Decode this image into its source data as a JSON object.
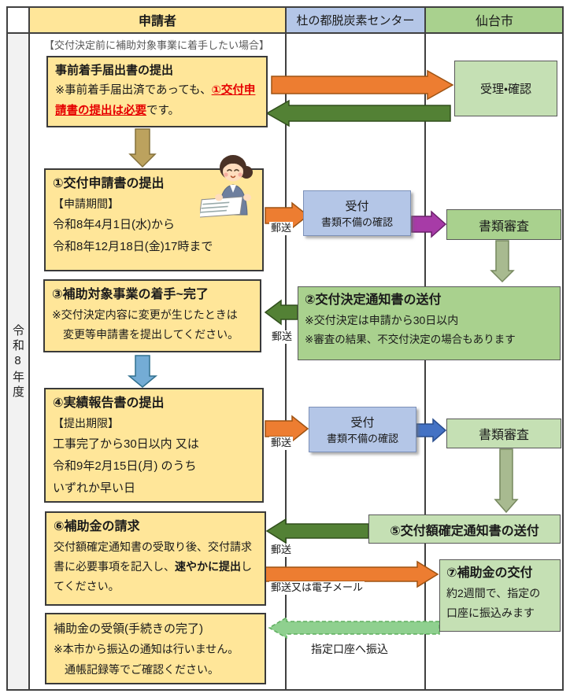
{
  "palette": {
    "applicant_yellow": "#FFE699",
    "center_blue": "#B4C6E7",
    "city_green": "#A9D18E",
    "pale_green": "#C5E0B4",
    "arrow_orange": "#ED7D31",
    "arrow_dark_green": "#538135",
    "arrow_purple": "#A73BA7",
    "arrow_blue": "#4472C4",
    "red_text": "#E60000"
  },
  "header": {
    "applicant": "申請者",
    "center": "杜の都脱炭素センター",
    "city": "仙台市",
    "era": "令和8年度"
  },
  "flow": {
    "pre_note": "【交付決定前に補助対象事業に着手したい場合】",
    "pre_box": {
      "title": "事前着手届出書の提出",
      "note_prefix": "※事前着手届出済であっても、",
      "note_red": "①交付申請書の提出は必要",
      "note_suffix": "です。"
    },
    "receive_confirm": "受理・確認",
    "step1": {
      "title": "①交付申請書の提出",
      "period_label": "【申請期間】",
      "period_from": "令和8年4月1日(水)から",
      "period_to": "令和8年12月18日(金)17時まで"
    },
    "reception": {
      "title": "受付",
      "subtitle": "書類不備の確認"
    },
    "review": "書類審査",
    "step2": {
      "title": "②交付決定通知書の送付",
      "line1": "※交付決定は申請から30日以内",
      "line2": "※審査の結果、不交付決定の場合もあります"
    },
    "step3": {
      "title": "③補助対象事業の着手~完了",
      "line1": "※交付決定内容に変更が生じたときは",
      "line2": "変更等申請書を提出してください。"
    },
    "step4": {
      "title": "④実績報告書の提出",
      "deadline_label": "【提出期限】",
      "line1": "工事完了から30日以内 又は",
      "line2": "令和9年2月15日(月) のうち",
      "line3": "いずれか早い日"
    },
    "step5": "⑤交付額確定通知書の送付",
    "step6": {
      "title": "⑥補助金の請求",
      "body_pre": "交付額確定通知書の受取り後、交付請求書に必要事項を記入し、",
      "body_bold": "速やかに提出",
      "body_post": "してください。"
    },
    "step7": {
      "title": "⑦補助金の交付",
      "line1": "約2週間で、指定の",
      "line2": "口座に振込みます"
    },
    "final_box": {
      "title": "補助金の受領(手続きの完了)",
      "line1": "※本市から振込の通知は行いません。",
      "line2": "通帳記録等でご確認ください。"
    },
    "labels": {
      "mail": "郵送",
      "mail_or_email": "郵送又は電子メール",
      "transfer": "指定口座へ振込"
    }
  }
}
